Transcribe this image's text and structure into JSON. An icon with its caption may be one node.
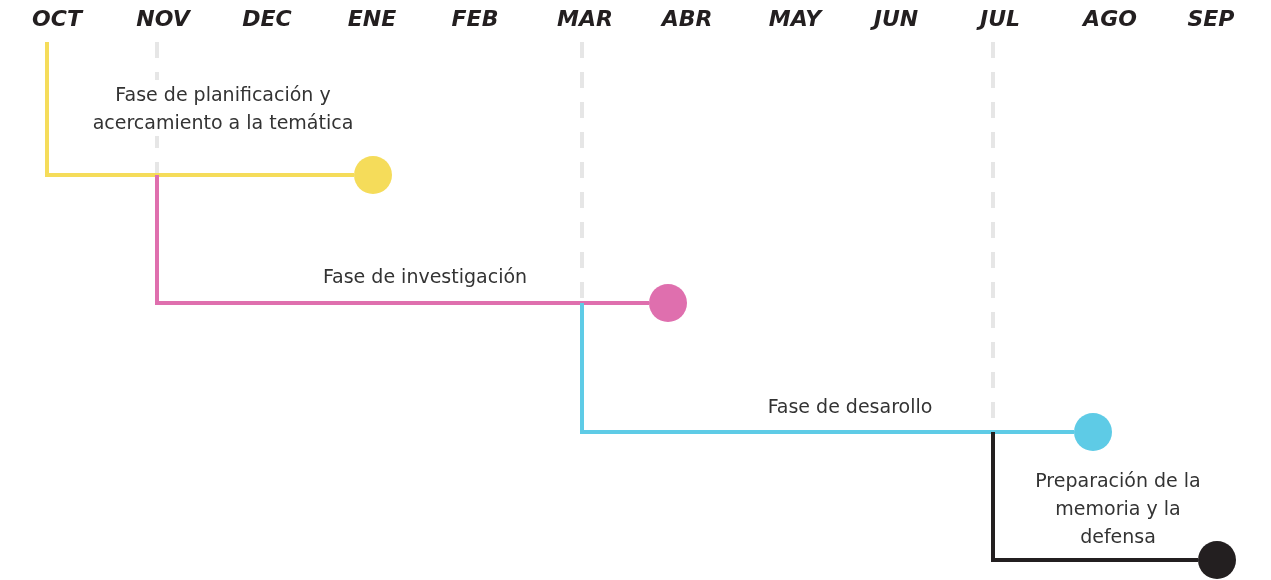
{
  "diagram": {
    "nodes": [
      {
        "text": [],
        "shape": "circle"
      },
      {
        "text": [],
        "shape": "circle"
      },
      {
        "text": [],
        "shape": "circle"
      },
      {
        "text": [],
        "shape": "circle"
      }
    ],
    "edges": [
      {
        "from": null,
        "to": 0,
        "arrow": "none",
        "label": "Fase de planificación y acercamiento a la temática",
        "color": "#f5dc5a"
      },
      {
        "from": null,
        "to": 1,
        "arrow": "none",
        "label": "Fase de investigación",
        "color": "#df6fae"
      },
      {
        "from": null,
        "to": 2,
        "arrow": "none",
        "label": "Fase de desarollo",
        "color": "#5ecbe6"
      },
      {
        "from": null,
        "to": 3,
        "arrow": "none",
        "label": "Preparación de la memoria y la defensa",
        "color": "#231f20"
      }
    ],
    "labels": [
      "OCT",
      "NOV",
      "DEC",
      "ENE",
      "FEB",
      "MAR",
      "ABR",
      "MAY",
      "JUN",
      "JUL",
      "AGO",
      "SEP"
    ]
  }
}
